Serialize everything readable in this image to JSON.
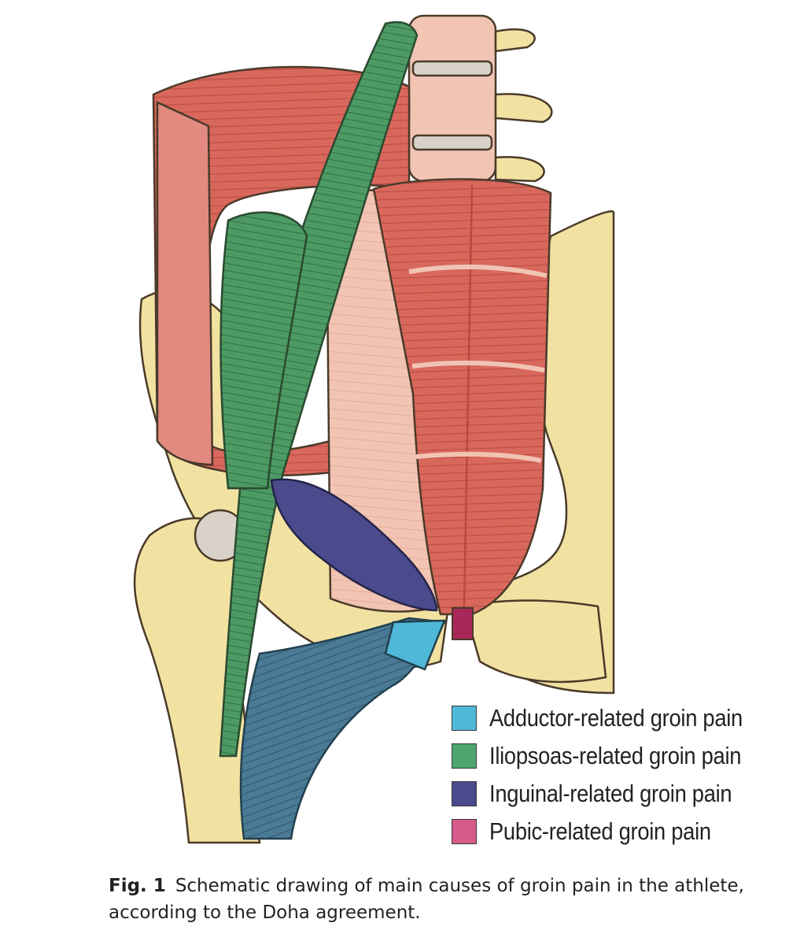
{
  "legend": {
    "items": [
      {
        "label": "Adductor-related groin pain",
        "color": "#4fb8d8"
      },
      {
        "label": "Iliopsoas-related groin pain",
        "color": "#4fa56e"
      },
      {
        "label": "Inguinal-related groin pain",
        "color": "#4a4a8c"
      },
      {
        "label": "Pubic-related groin pain",
        "color": "#d65a8a"
      }
    ]
  },
  "caption": {
    "label": "Fig. 1",
    "text": "Schematic drawing of main causes of groin pain in the athlete, according to the Doha agreement."
  },
  "colors": {
    "bone": "#f2e2a2",
    "muscle_red": "#d9685c",
    "fascia_pink": "#f2c4b4",
    "iliopsoas_green": "#4e9a64",
    "adductor_blue": "#4a7a94",
    "inguinal_purple": "#4a4a8c",
    "pubic_magenta": "#a8285a"
  }
}
